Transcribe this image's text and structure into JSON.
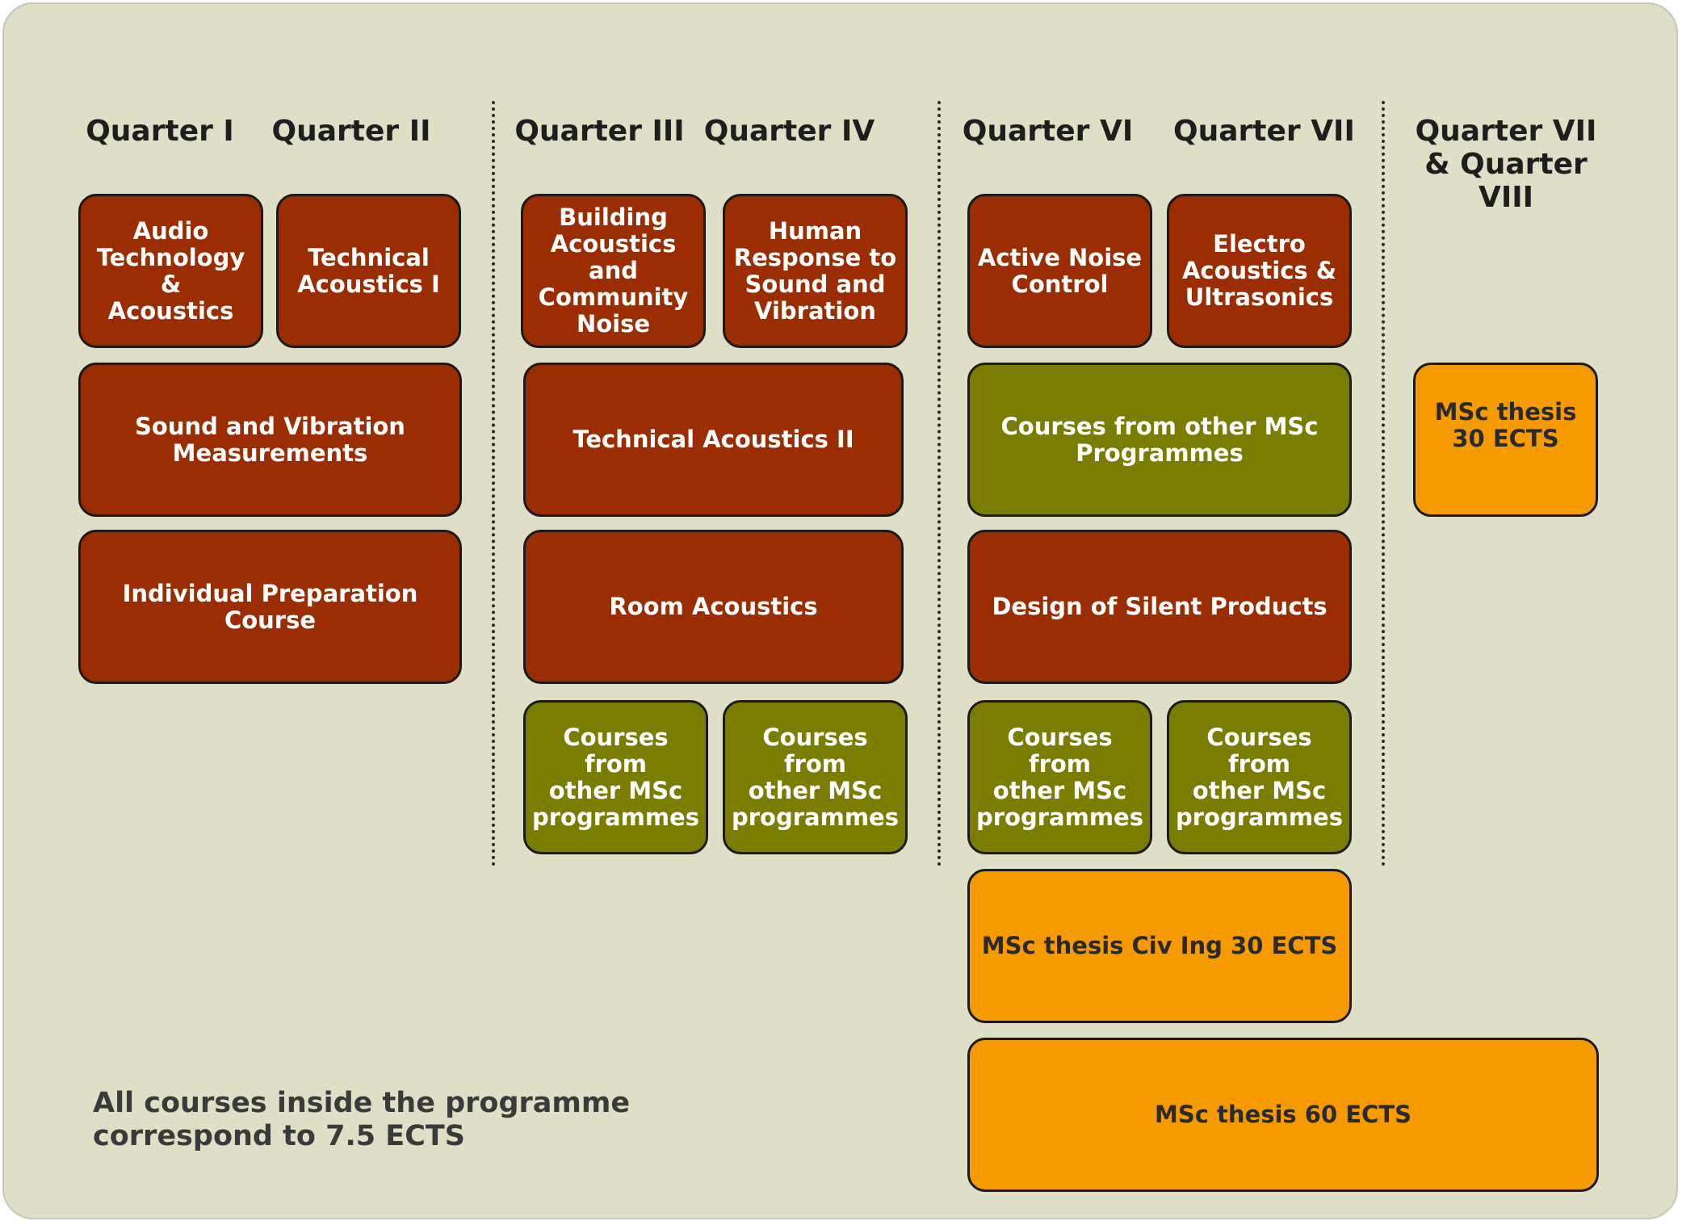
{
  "headers": {
    "q1": "Quarter I",
    "q2": "Quarter II",
    "q3": "Quarter III",
    "q4": "Quarter IV",
    "q6": "Quarter VI",
    "q7": "Quarter VII",
    "q78": "Quarter VII\n& Quarter\nVIII"
  },
  "courses": {
    "audio_tech": "Audio\nTechnology &\nAcoustics",
    "tech_acoustics_1": "Technical\nAcoustics I",
    "sound_vibration": "Sound and Vibration\nMeasurements",
    "individual_prep": "Individual Preparation\nCourse",
    "building_acoustics": "Building\nAcoustics and\nCommunity\nNoise",
    "human_response": "Human\nResponse to\nSound and\nVibration",
    "tech_acoustics_2": "Technical Acoustics II",
    "room_acoustics": "Room Acoustics",
    "other_msc_q3": "Courses from\nother MSc\nprogrammes",
    "other_msc_q4": "Courses from\nother MSc\nprogrammes",
    "active_noise": "Active Noise\nControl",
    "electro_acoustics": "Electro\nAcoustics &\nUltrasonics",
    "other_msc_programmes": "Courses from other MSc\nProgrammes",
    "silent_products": "Design of Silent Products",
    "other_msc_q6": "Courses from\nother MSc\nprogrammes",
    "other_msc_q7": "Courses from\nother MSc\nprogrammes",
    "thesis_civ_ing": "MSc thesis Civ Ing 30 ECTS",
    "thesis_60": "MSc thesis 60 ECTS",
    "thesis_30": "MSc thesis\n30 ECTS"
  },
  "note": "All courses inside the programme\ncorrespond to 7.5 ECTS",
  "colors": {
    "background": "#dfdfc7",
    "mandatory": "#9a2e02",
    "elective": "#7b7d03",
    "thesis": "#f59a00"
  }
}
